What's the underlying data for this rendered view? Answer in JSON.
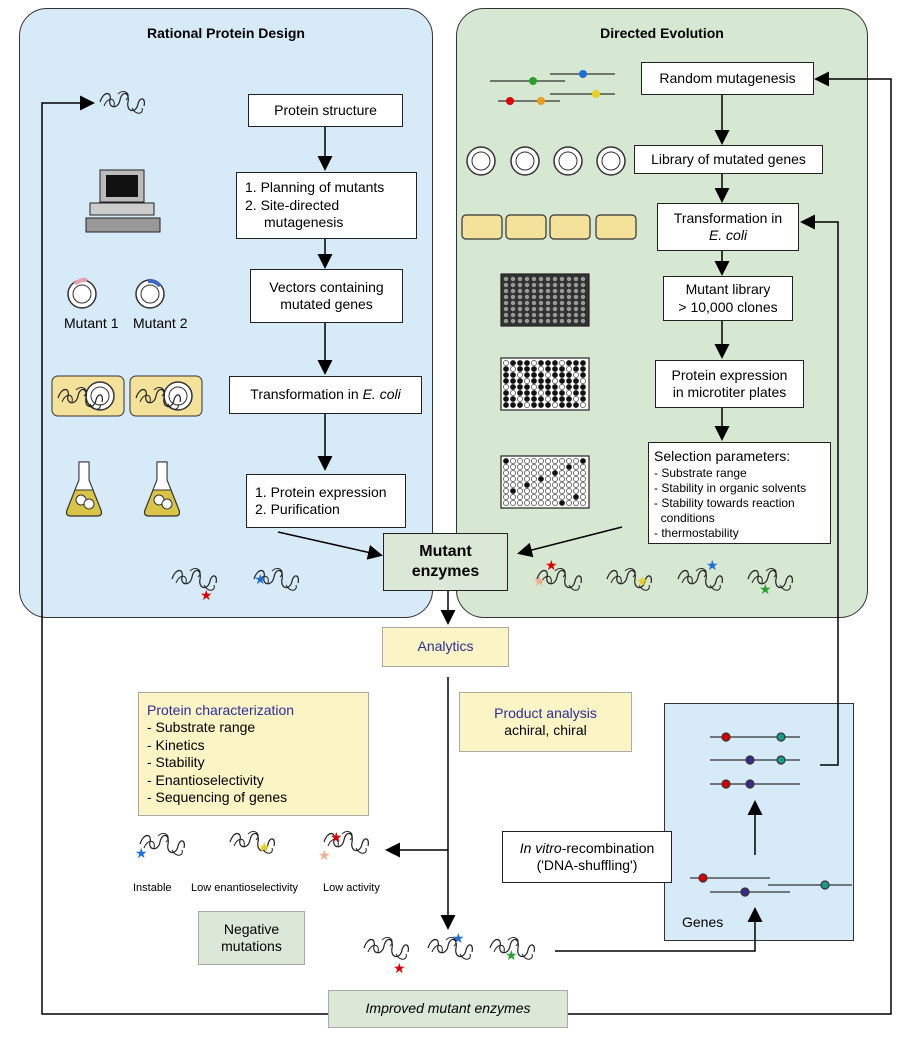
{
  "rational": {
    "title": "Rational Protein Design",
    "steps": {
      "structure": "Protein structure",
      "planning_1": "1. Planning of mutants",
      "planning_2": "2. Site-directed",
      "planning_3": "mutagenesis",
      "vectors_1": "Vectors containing",
      "vectors_2": "mutated genes",
      "transformation_pre": "Transformation in ",
      "transformation_it": "E. coli",
      "expression_1": "1. Protein expression",
      "expression_2": "2. Purification"
    },
    "mutant1": "Mutant 1",
    "mutant2": "Mutant 2"
  },
  "directed": {
    "title": "Directed Evolution",
    "steps": {
      "random": "Random mutagenesis",
      "library": "Library of mutated genes",
      "transformation_1": "Transformation in",
      "transformation_it": "E. coli",
      "mutantlib_1": "Mutant library",
      "mutantlib_2": "> 10,000 clones",
      "expression_1": "Protein expression",
      "expression_2": "in microtiter plates"
    },
    "selection": {
      "title": "Selection parameters:",
      "items": [
        "- Substrate range",
        "- Stability in organic solvents",
        "- Stability towards reaction",
        "  conditions",
        "- thermostability"
      ]
    }
  },
  "center": {
    "mutant_1": "Mutant",
    "mutant_2": "enzymes",
    "analytics": "Analytics"
  },
  "characterization": {
    "title": "Protein characterization",
    "items": [
      "- Substrate range",
      "- Kinetics",
      "- Stability",
      "- Enantioselectivity",
      "- Sequencing of genes"
    ]
  },
  "product": {
    "title": "Product analysis",
    "subtitle": "achiral, chiral"
  },
  "negative_labels": [
    "Instable",
    "Low enantioselectivity",
    "Low activity"
  ],
  "negative": {
    "line1": "Negative",
    "line2": "mutations"
  },
  "recombination": {
    "it": "In vitro",
    "rest": "-recombination",
    "line2": "('DNA-shuffling')"
  },
  "genes_label": "Genes",
  "improved": "Improved mutant enzymes",
  "colors": {
    "rational_bg": "#d7eaf8",
    "directed_bg": "#d6e7d2",
    "yellow_box": "#fbf4c4",
    "green_box": "#dbe8d7",
    "title_blue": "#2e2e9a"
  }
}
